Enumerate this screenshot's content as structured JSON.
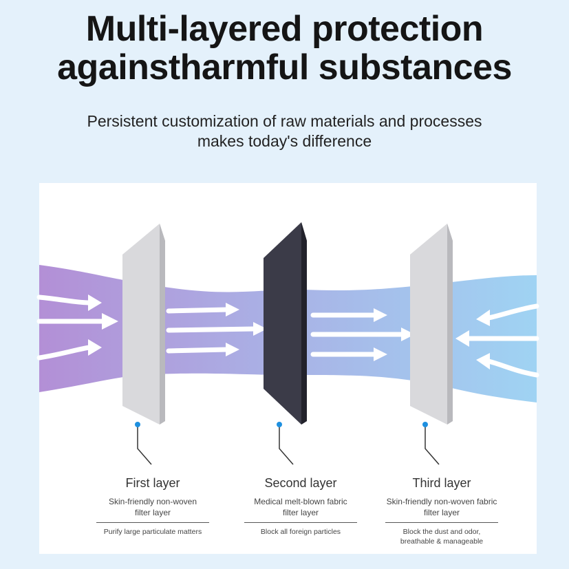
{
  "header": {
    "title_line1": "Multi-layered protection",
    "title_line2": "againstharmful substances",
    "subtitle_line1": "Persistent customization of raw materials and processes",
    "subtitle_line2": "makes today's difference"
  },
  "layers": [
    {
      "name": "First layer",
      "desc1": "Skin-friendly non-woven",
      "desc2": "filter layer",
      "func1": "Purify large particulate matters",
      "func2": "",
      "color": "#d9d9dc"
    },
    {
      "name": "Second layer",
      "desc1": "Medical melt-blown fabric",
      "desc2": "filter layer",
      "func1": "Block all foreign particles",
      "func2": "",
      "color": "#3b3b48"
    },
    {
      "name": "Third layer",
      "desc1": "Skin-friendly non-woven fabric",
      "desc2": "filter layer",
      "func1": "Block the dust and odor,",
      "func2": "breathable & manageable",
      "color": "#d9d9dc"
    }
  ],
  "colors": {
    "flow_start": "#b38fd6",
    "flow_end": "#9fd3f3",
    "dot": "#1e90e0"
  }
}
